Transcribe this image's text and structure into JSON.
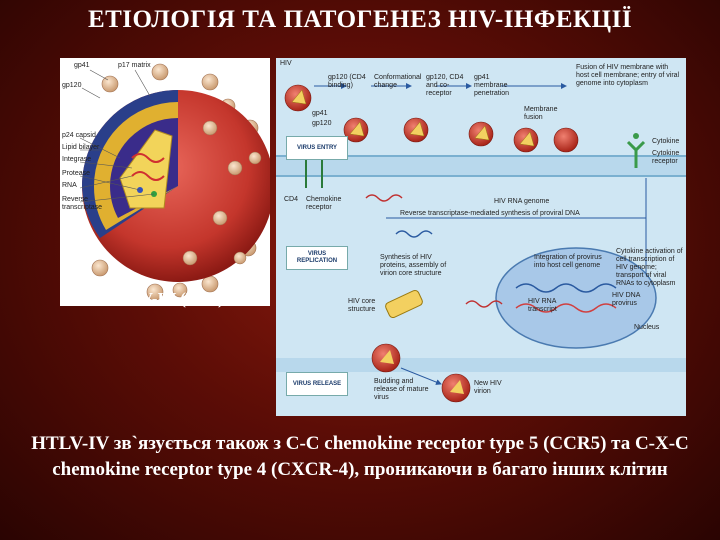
{
  "title": "ЕТІОЛОГІЯ ТА ПАТОГЕНЕЗ HIV-ІНФЕКЦІЇ",
  "virion": {
    "caption": "HTLV-IV (HIV)",
    "labels": {
      "gp41": "gp41",
      "p17": "p17 matrix",
      "gp120": "gp120",
      "p24": "p24 capsid",
      "lipid": "Lipid bilayer",
      "integrase": "Integrase",
      "protease": "Protease",
      "rna": "RNA",
      "rt": "Reverse transcriptase"
    }
  },
  "cycle": {
    "stages": {
      "entry": "VIRUS ENTRY",
      "replication": "VIRUS REPLICATION",
      "release": "VIRUS RELEASE"
    },
    "labels": {
      "hiv": "HIV",
      "gp120_cd4": "gp120 (CD4 binding)",
      "conform": "Conformational change",
      "coreceptor": "gp120, CD4 and co-receptor",
      "gp41_pen": "gp41 membrane penetration",
      "fusion": "Fusion of HIV membrane with host cell membrane; entry of viral genome into cytoplasm",
      "membrane_fusion": "Membrane fusion",
      "gp41": "gp41",
      "gp120": "gp120",
      "cd4": "CD4",
      "chemokine": "Chemokine receptor",
      "cytokine": "Cytokine",
      "cytokine_receptor": "Cytokine receptor",
      "hiv_rna": "HIV RNA genome",
      "rt_synthesis": "Reverse transcriptase-mediated synthesis of proviral DNA",
      "cytokine_activation": "Cytokine activation of cell transcription of HIV genome; transport of viral RNAs to cytoplasm",
      "integration": "Integration of provirus into host cell genome",
      "synthesis": "Synthesis of HIV proteins, assembly of virion core structure",
      "hiv_core": "HIV core structure",
      "hiv_rna2": "HIV RNA transcript",
      "hiv_dna": "HIV DNA provirus",
      "nucleus": "Nucleus",
      "budding": "Budding and release of mature virus",
      "new_hiv": "New HIV virion"
    }
  },
  "description": "HTLV-IV зв`язується також з C-C chemokine receptor type 5 (CCR5) та C-X-C chemokine receptor type 4 (CXCR-4), проникаючи в багато інших клітин",
  "colors": {
    "background": "#5c0d06",
    "virion_envelope": "#c4362c",
    "capsid": "#e8c040",
    "cycle_bg": "#cfe6f3",
    "text": "#ffffff"
  }
}
